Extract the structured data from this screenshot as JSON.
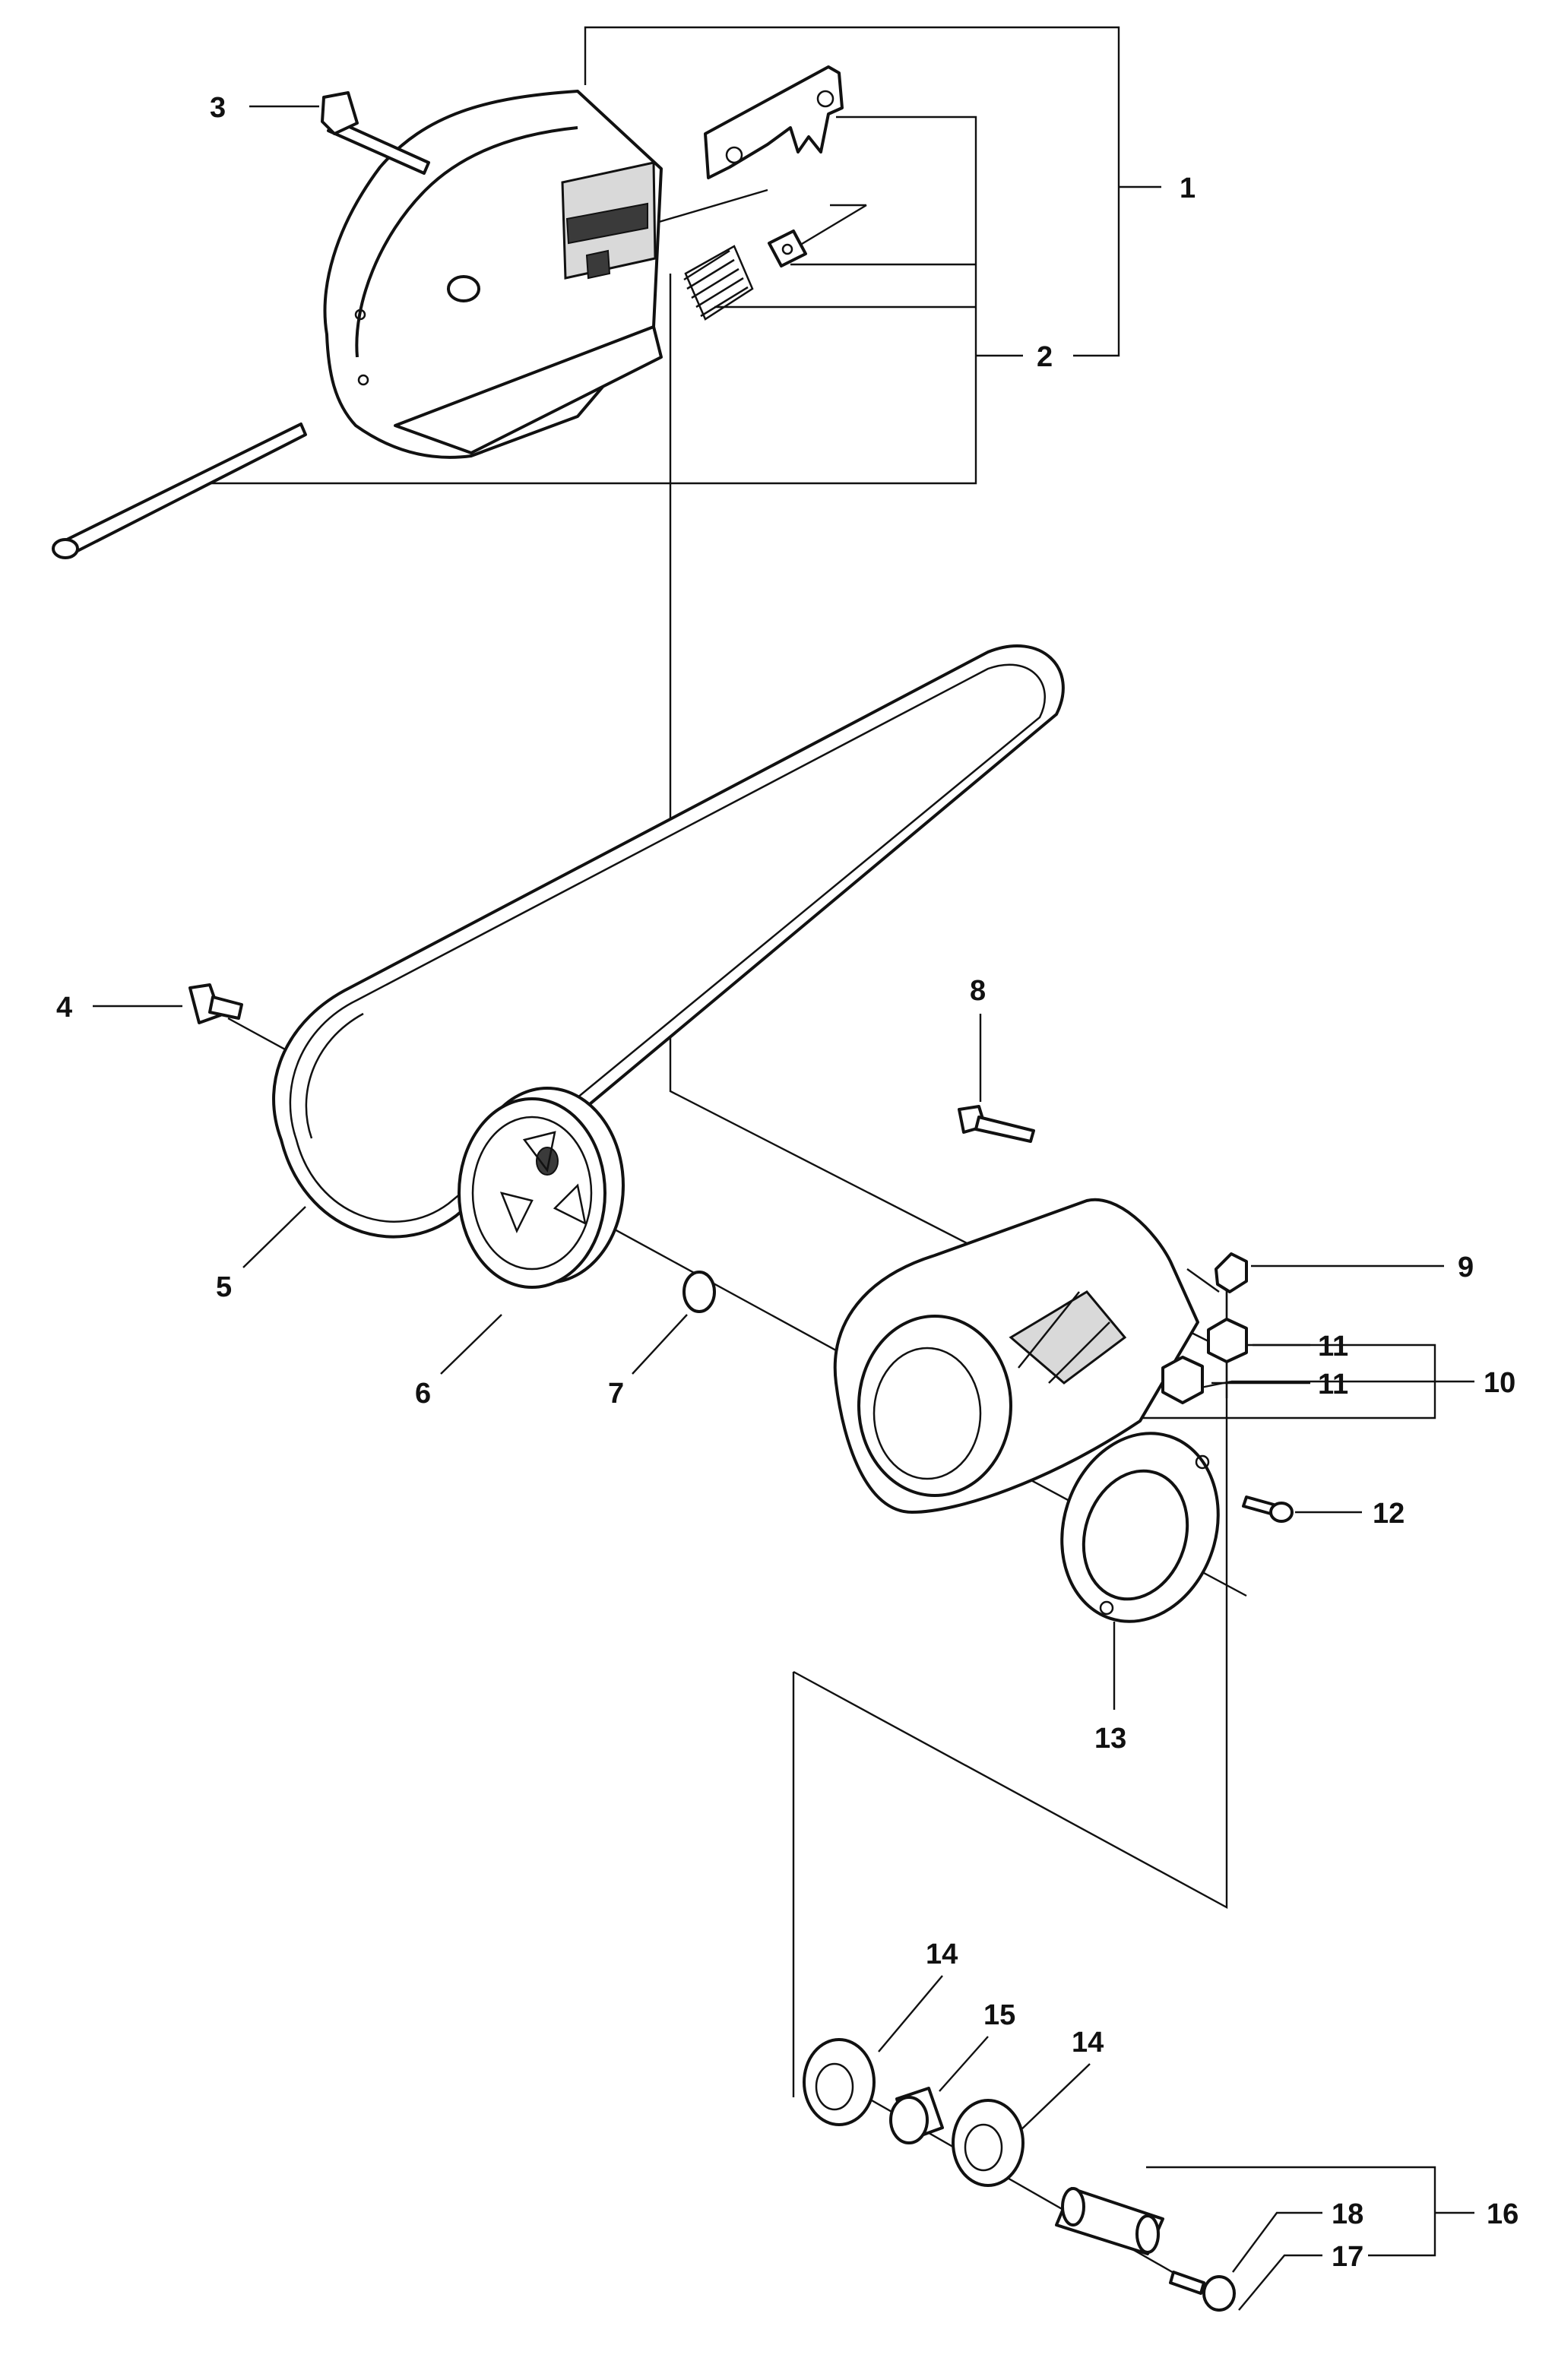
{
  "callouts": {
    "c1": "1",
    "c2": "2",
    "c3": "3",
    "c4": "4",
    "c5": "5",
    "c6": "6",
    "c7": "7",
    "c8": "8",
    "c9": "9",
    "c10": "10",
    "c11a": "11",
    "c11b": "11",
    "c12": "12",
    "c13": "13",
    "c14a": "14",
    "c14b": "14",
    "c15": "15",
    "c16": "16",
    "c17": "17",
    "c18": "18"
  }
}
